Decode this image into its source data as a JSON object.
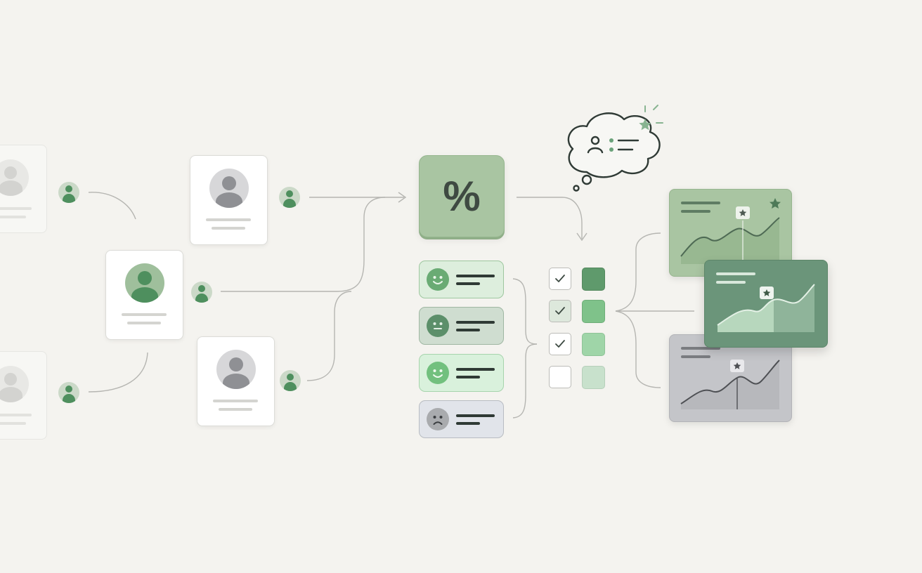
{
  "percent_node": {
    "symbol": "%"
  },
  "sentiment_items": [
    {
      "mood": "happy",
      "fill": "#ddeedd",
      "face": "#6aab74"
    },
    {
      "mood": "neutral",
      "fill": "#cfddd0",
      "face": "#5c8f6a"
    },
    {
      "mood": "happy",
      "fill": "#d9f1dc",
      "face": "#72c07e"
    },
    {
      "mood": "sad",
      "fill": "#e1e4ea",
      "face": "#a9abae"
    }
  ],
  "checklist": [
    {
      "checked": true,
      "swatch": "#5f9a6c"
    },
    {
      "checked": true,
      "swatch": "#7fc28a"
    },
    {
      "checked": true,
      "swatch": "#9fd5a8"
    },
    {
      "checked": false,
      "swatch": "#c8e1cc"
    }
  ],
  "colors": {
    "background": "#f4f3ef",
    "connector": "#b5b5b1",
    "accent_green": "#4e8f5e",
    "outline_dark": "#2f3a35"
  },
  "icons": {
    "thought_bubble": "person-with-list-icon",
    "sparkle": "star-icon",
    "percent": "percent-icon"
  }
}
